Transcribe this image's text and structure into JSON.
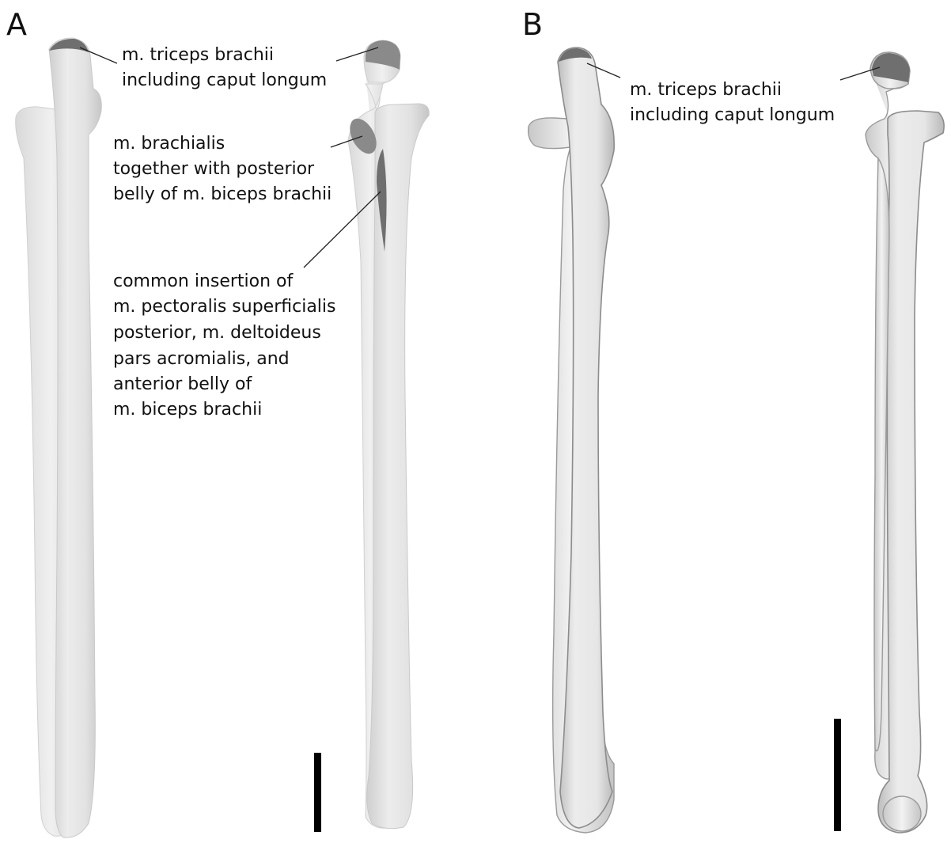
{
  "panels": {
    "A": {
      "letter": "A",
      "labels": {
        "triceps_line1": "m. triceps brachii",
        "triceps_line2": "including caput longum",
        "brachialis_line1": "m. brachialis",
        "brachialis_line2": "together with posterior",
        "brachialis_line3": "belly of m. biceps brachii",
        "common_line1": "common insertion of",
        "common_line2": "m. pectoralis superficialis",
        "common_line3": "posterior, m. deltoideus",
        "common_line4": "pars acromialis, and",
        "common_line5": "anterior belly of",
        "common_line6": "m. biceps brachii"
      }
    },
    "B": {
      "letter": "B",
      "labels": {
        "triceps_line1": "m. triceps brachii",
        "triceps_line2": "including caput longum"
      }
    }
  },
  "colors": {
    "bone_3d": "#e6e6e6",
    "bone_sketch": "#d8d8d8",
    "attachment_dark": "#6f6f6f",
    "scale_bar": "#000000"
  }
}
